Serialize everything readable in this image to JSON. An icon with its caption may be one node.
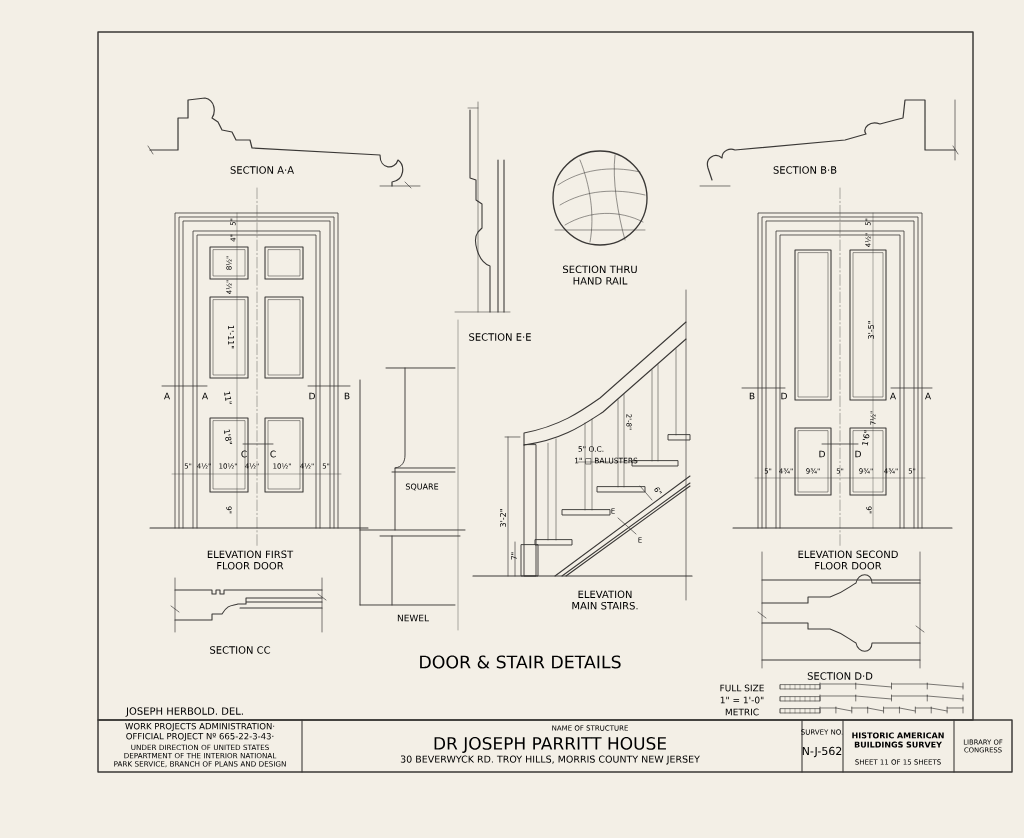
{
  "diagram": {
    "title": "DOOR & STAIR DETAILS",
    "labels": [
      "SECTION A·A",
      "SECTION B·B",
      "SECTION THRU HAND RAIL",
      "SECTION E·E",
      "A",
      "A",
      "D",
      "B",
      "C",
      "C",
      "5\"",
      "4\"",
      "8½\"",
      "4½\"",
      "1'-11\"",
      "11\"",
      "1'8\"",
      "9\"",
      "5\"",
      "4½\"",
      "10½\"",
      "4½\"",
      "10½\"",
      "4½\"",
      "5\"",
      "B",
      "D",
      "A",
      "A",
      "D",
      "D",
      "5\"",
      "4½\"",
      "3'-5\"",
      "7½\"",
      "1'6\"",
      "9\"",
      "5\"",
      "4¾\"",
      "9¾\"",
      "5\"",
      "9¾\"",
      "4¾\"",
      "5\"",
      "2'-8\"",
      "5\" O.C.",
      "1\" □ BALUSTERS",
      "3'-2\"",
      "7\"",
      "6\"",
      "E",
      "E",
      "SQUARE",
      "ELEVATION FIRST FLOOR DOOR",
      "NEWEL",
      "ELEVATION MAIN STAIRS.",
      "ELEVATION SECOND FLOOR DOOR",
      "SECTION CC",
      "SECTION D·D",
      "JOSEPH HERBOLD. DEL.",
      "FULL SIZE",
      "1\" = 1'-0\"",
      "METRIC",
      "WORK PROJECTS ADMINISTRATION·",
      "OFFICIAL PROJECT Nº 665-22-3-43·",
      "UNDER DIRECTION OF UNITED STATES DEPARTMENT OF THE INTERIOR NATIONAL PARK SERVICE, BRANCH OF PLANS AND DESIGN",
      "NAME OF STRUCTURE",
      "DR JOSEPH PARRITT HOUSE",
      "30 BEVERWYCK RD. TROY HILLS, MORRIS COUNTY NEW JERSEY",
      "SURVEY NO.",
      "N-J-562",
      "HISTORIC AMERICAN BUILDINGS SURVEY",
      "SHEET 11 OF 15 SHEETS",
      "LIBRARY OF CONGRESS"
    ]
  }
}
